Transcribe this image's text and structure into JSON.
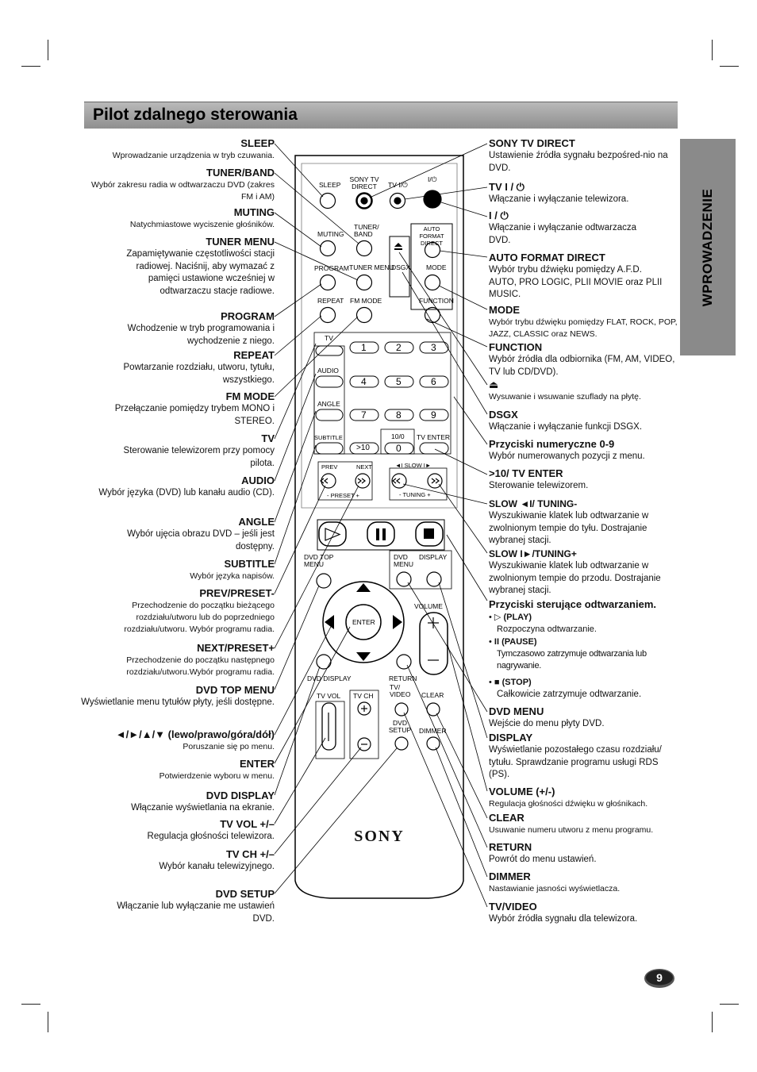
{
  "title": "Pilot zdalnego sterowania",
  "side_tab": "WPROWADZENIE",
  "page_number": "9",
  "brand_logo": "SONY",
  "left": [
    {
      "h": "SLEEP",
      "d": "Wprowadzanie urządzenia w tryb czuwania."
    },
    {
      "h": "TUNER/BAND",
      "d": "Wybór zakresu radia w odtwarzaczu DVD (zakres FM i AM)"
    },
    {
      "h": "MUTING",
      "d": "Natychmiastowe wyciszenie głośników."
    },
    {
      "h": "TUNER MENU",
      "d": "Zapamiętywanie częstotliwości stacji radiowej. Naciśnij, aby wymazać z pamięci ustawione wcześniej w odtwarzaczu stacje radiowe."
    },
    {
      "h": "PROGRAM",
      "d": "Wchodzenie w tryb programowania i wychodzenie z niego."
    },
    {
      "h": "REPEAT",
      "d": "Powtarzanie rozdziału, utworu, tytułu, wszystkiego."
    },
    {
      "h": "FM MODE",
      "d": "Przełączanie pomiędzy trybem MONO i STEREO."
    },
    {
      "h": "TV",
      "d": "Sterowanie telewizorem przy pomocy pilota."
    },
    {
      "h": "AUDIO",
      "d": "Wybór języka (DVD) lub kanału audio (CD)."
    },
    {
      "h": "ANGLE",
      "d": "Wybór ujęcia obrazu DVD – jeśli jest dostępny."
    },
    {
      "h": "SUBTITLE",
      "d": "Wybór języka napisów."
    },
    {
      "h": "PREV/PRESET-",
      "d": "Przechodzenie do początku bieżącego rozdziału/utworu lub do poprzedniego rozdziału/utworu. Wybór programu radia."
    },
    {
      "h": "NEXT/PRESET+",
      "d": "Przechodzenie do początku następnego rozdziału/utworu.Wybór programu radia."
    },
    {
      "h": "DVD TOP MENU",
      "d": "Wyświetlanie menu tytułów płyty, jeśli dostępne."
    },
    {
      "h": "◄/►/▲/▼ (lewo/prawo/góra/dół)",
      "d": "Poruszanie się po menu."
    },
    {
      "h": "ENTER",
      "d": "Potwierdzenie wyboru w menu."
    },
    {
      "h": "DVD DISPLAY",
      "d": "Włączanie wyświetlania na ekranie."
    },
    {
      "h": "TV VOL +/–",
      "d": "Regulacja głośności telewizora."
    },
    {
      "h": "TV CH +/–",
      "d": "Wybór kanału telewizyjnego."
    },
    {
      "h": "DVD SETUP",
      "d": "Włączanie lub wyłączanie me ustawień DVD."
    }
  ],
  "right": [
    {
      "h": "SONY TV DIRECT",
      "d": "Ustawienie źródła sygnału bezpośred-nio na DVD."
    },
    {
      "h": "TV I / ⏻",
      "d": "Włączanie i wyłączanie telewizora."
    },
    {
      "h": "I / ⏻",
      "d": "Włączanie i wyłączanie odtwarzacza DVD."
    },
    {
      "h": "AUTO FORMAT DIRECT",
      "d": "Wybór trybu dźwięku pomiędzy A.F.D. AUTO, PRO LOGIC, PLII MOVIE oraz PLII MUSIC."
    },
    {
      "h": "MODE",
      "d": "Wybór trybu dźwięku pomiędzy FLAT, ROCK, POP, JAZZ, CLASSIC oraz NEWS."
    },
    {
      "h": "FUNCTION",
      "d": "Wybór źródła dla odbiornika (FM, AM, VIDEO, TV lub CD/DVD)."
    },
    {
      "h": "⏏",
      "d": "Wysuwanie i wsuwanie szuflady na płytę."
    },
    {
      "h": "DSGX",
      "d": "Włączanie i wyłączanie funkcji DSGX."
    },
    {
      "h": "Przyciski numeryczne 0-9",
      "d": "Wybór numerowanych pozycji z menu."
    },
    {
      "h": ">10/ TV ENTER",
      "d": "Sterowanie telewizorem."
    },
    {
      "h": "SLOW ◄I/ TUNING-",
      "d": "Wyszukiwanie klatek lub odtwarzanie w zwolnionym tempie do tyłu. Dostrajanie wybranej stacji."
    },
    {
      "h": "SLOW I►/TUNING+",
      "d": "Wyszukiwanie klatek lub odtwarzanie w zwolnionym tempie do przodu. Dostrajanie wybranej stacji."
    },
    {
      "h": "Przyciski sterujące odtwarzaniem.",
      "d": ""
    },
    {
      "h": "▷ (PLAY)",
      "d": "Rozpoczyna odtwarzanie."
    },
    {
      "h": "II (PAUSE)",
      "d": "Tymczasowo zatrzymuje odtwarzania lub nagrywanie."
    },
    {
      "h": "■ (STOP)",
      "d": "Całkowicie zatrzymuje odtwarzanie."
    },
    {
      "h": "DVD MENU",
      "d": "Wejście do menu płyty DVD."
    },
    {
      "h": "DISPLAY",
      "d": "Wyświetlanie pozostałego czasu rozdziału/ tytułu. Sprawdzanie programu usługi RDS (PS)."
    },
    {
      "h": "VOLUME (+/-)",
      "d": "Regulacja głośności dźwięku w głośnikach."
    },
    {
      "h": "CLEAR",
      "d": "Usuwanie numeru utworu z menu programu."
    },
    {
      "h": "RETURN",
      "d": "Powrót do menu ustawień."
    },
    {
      "h": "DIMMER",
      "d": "Nastawianie jasności wyświetlacza."
    },
    {
      "h": "TV/VIDEO",
      "d": "Wybór źródła sygnału dla telewizora."
    }
  ],
  "remote_labels": {
    "sleep": "SLEEP",
    "sony_tv_direct": "SONY TV DIRECT",
    "tv_power": "TV I/⏻",
    "power": "I/⏻",
    "muting": "MUTING",
    "tuner_band": "TUNER/ BAND",
    "auto_format": "AUTO FORMAT DIRECT",
    "program": "PROGRAM",
    "tuner_menu": "TUNER MENU",
    "dsgx": "DSGX",
    "mode": "MODE",
    "repeat": "REPEAT",
    "fm_mode": "FM MODE",
    "function": "FUNCTION",
    "tv": "TV",
    "audio": "AUDIO",
    "angle": "ANGLE",
    "subtitle": "SUBTITLE",
    "tv_enter": "TV ENTER",
    "ten_plus": ">10",
    "ten_zero": "10/0",
    "digits": [
      "1",
      "2",
      "3",
      "4",
      "5",
      "6",
      "7",
      "8",
      "9",
      "0"
    ],
    "prev": "PREV",
    "next": "NEXT",
    "preset": "- PRESET +",
    "slow": "◄I  SLOW  I►",
    "tuning": "- TUNING +",
    "dvd_top_menu": "DVD TOP MENU",
    "dvd_menu": "DVD MENU",
    "display": "DISPLAY",
    "enter": "ENTER",
    "volume": "VOLUME",
    "dvd_display": "DVD DISPLAY",
    "return": "RETURN",
    "tv_video": "TV/ VIDEO",
    "clear": "CLEAR",
    "tv_vol": "TV VOL",
    "tv_ch": "TV CH",
    "dvd_setup": "DVD SETUP",
    "dimmer": "DIMMER"
  }
}
